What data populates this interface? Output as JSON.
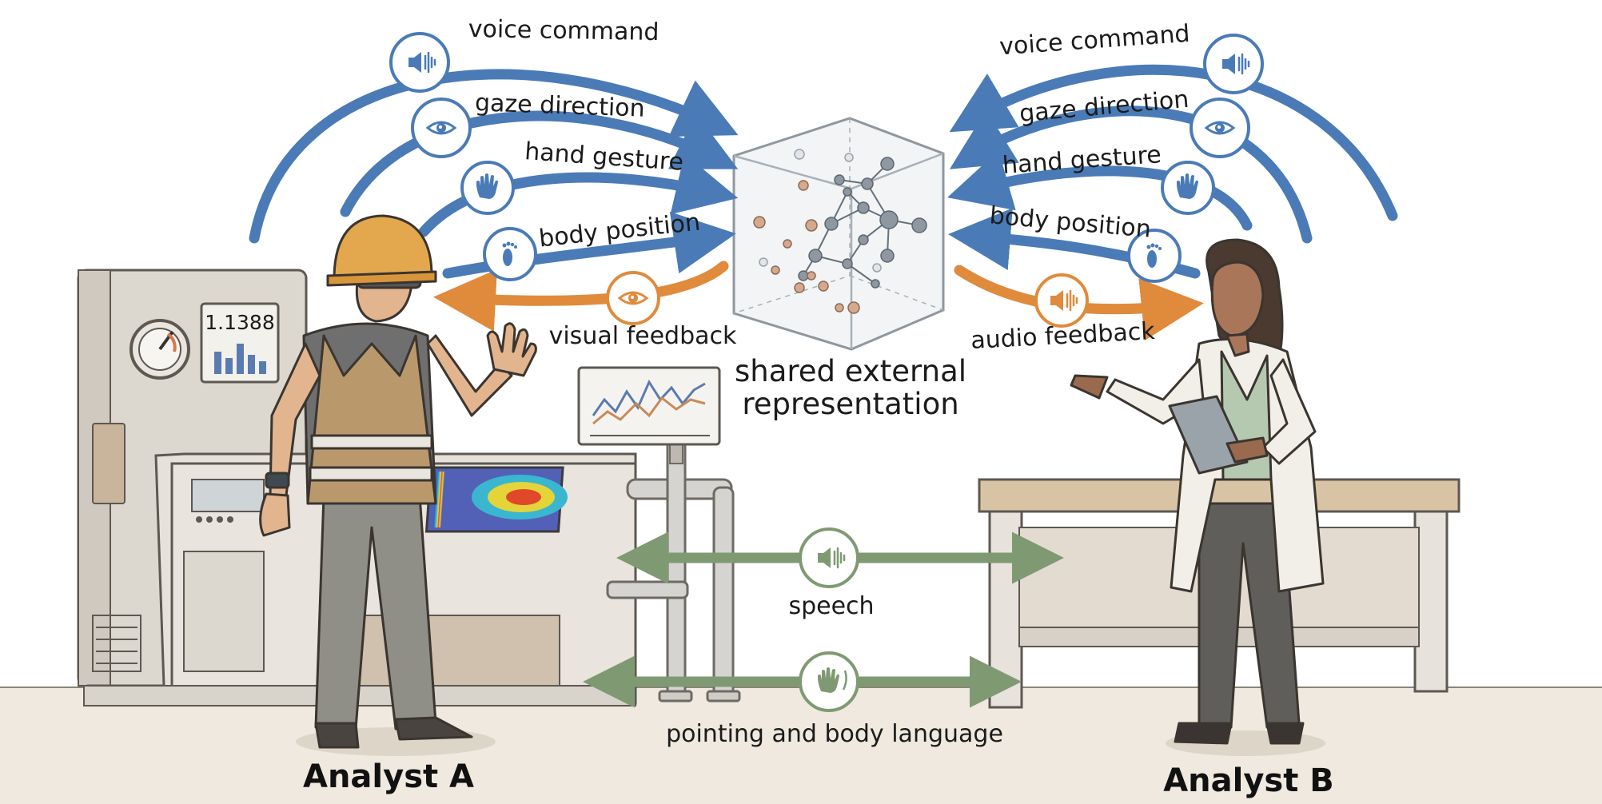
{
  "diagram": {
    "center": {
      "line1": "shared external",
      "line2": "representation"
    },
    "left_channels": {
      "voice": "voice command",
      "gaze": "gaze direction",
      "hand": "hand gesture",
      "body": "body position",
      "feedback": "visual feedback"
    },
    "right_channels": {
      "voice": "voice command",
      "gaze": "gaze direction",
      "hand": "hand gesture",
      "body": "body position",
      "feedback": "audio feedback"
    },
    "middle_links": {
      "speech": "speech",
      "pointing": "pointing and body language"
    },
    "analyst_a": "Analyst A",
    "analyst_b": "Analyst B",
    "machine_readout": "1.1388",
    "colors": {
      "input_blue": "#4a7bb7",
      "feedback_orange": "#e08a3c",
      "link_green": "#7f9a72",
      "machine": "#dcd7cf",
      "floor": "#efe9df"
    },
    "icons": [
      "speaker-icon",
      "eye-icon",
      "hand-icon",
      "footprint-icon",
      "gesture-hand-icon"
    ]
  }
}
